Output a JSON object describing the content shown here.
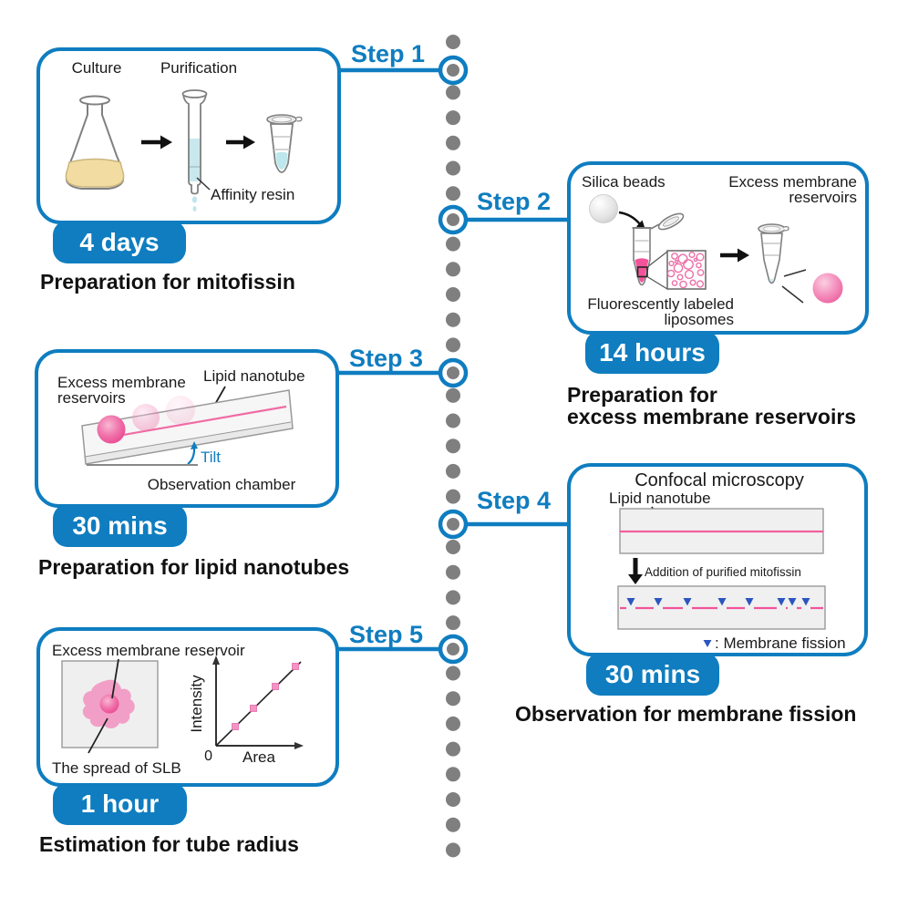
{
  "figure": {
    "kind": "experimental protocol timeline diagram"
  },
  "colors": {
    "accent_blue": "#0F7DC0",
    "timeline_dot_gray": "#7F7F7F",
    "nanotube_pink": "#F0559A",
    "sphere_pink": "#EC619E",
    "fission_triangle_blue": "#2B55C0",
    "flask_liquid_yellow": "#F3DCA2",
    "liquid_cyan": "#C9E8EE",
    "panel_fill_gray": "#F0F0F0"
  },
  "steps": [
    {
      "label": "Step 1",
      "badge": "4 days",
      "title": "Preparation for mitofissin",
      "labels": {
        "culture": "Culture",
        "purification": "Purification",
        "affinity_resin": "Affinity resin"
      }
    },
    {
      "label": "Step 2",
      "badge": "14 hours",
      "title_line1": "Preparation for",
      "title_line2": "excess membrane reservoirs",
      "labels": {
        "silica_beads": "Silica beads",
        "excess_line1": "Excess membrane",
        "excess_line2": "reservoirs",
        "fluor_line1": "Fluorescently labeled",
        "fluor_line2": "liposomes"
      }
    },
    {
      "label": "Step 3",
      "badge": "30 mins",
      "title": "Preparation for lipid nanotubes",
      "labels": {
        "excess_line1": "Excess membrane",
        "excess_line2": "reservoirs",
        "lipid_nanotube": "Lipid nanotube",
        "tilt": "Tilt",
        "observation_chamber": "Observation chamber"
      }
    },
    {
      "label": "Step 4",
      "badge": "30 mins",
      "title": "Observation for membrane fission",
      "labels": {
        "confocal": "Confocal microscopy",
        "lipid_nanotube": "Lipid nanotube",
        "addition": "Addition of purified mitofissin",
        "legend": ": Membrane fission"
      }
    },
    {
      "label": "Step 5",
      "badge": "1 hour",
      "title": "Estimation for tube radius",
      "labels": {
        "excess_reservoir": "Excess membrane reservoir",
        "spread_slb": "The spread of SLB",
        "intensity": "Intensity",
        "area": "Area",
        "zero": "0"
      }
    }
  ]
}
